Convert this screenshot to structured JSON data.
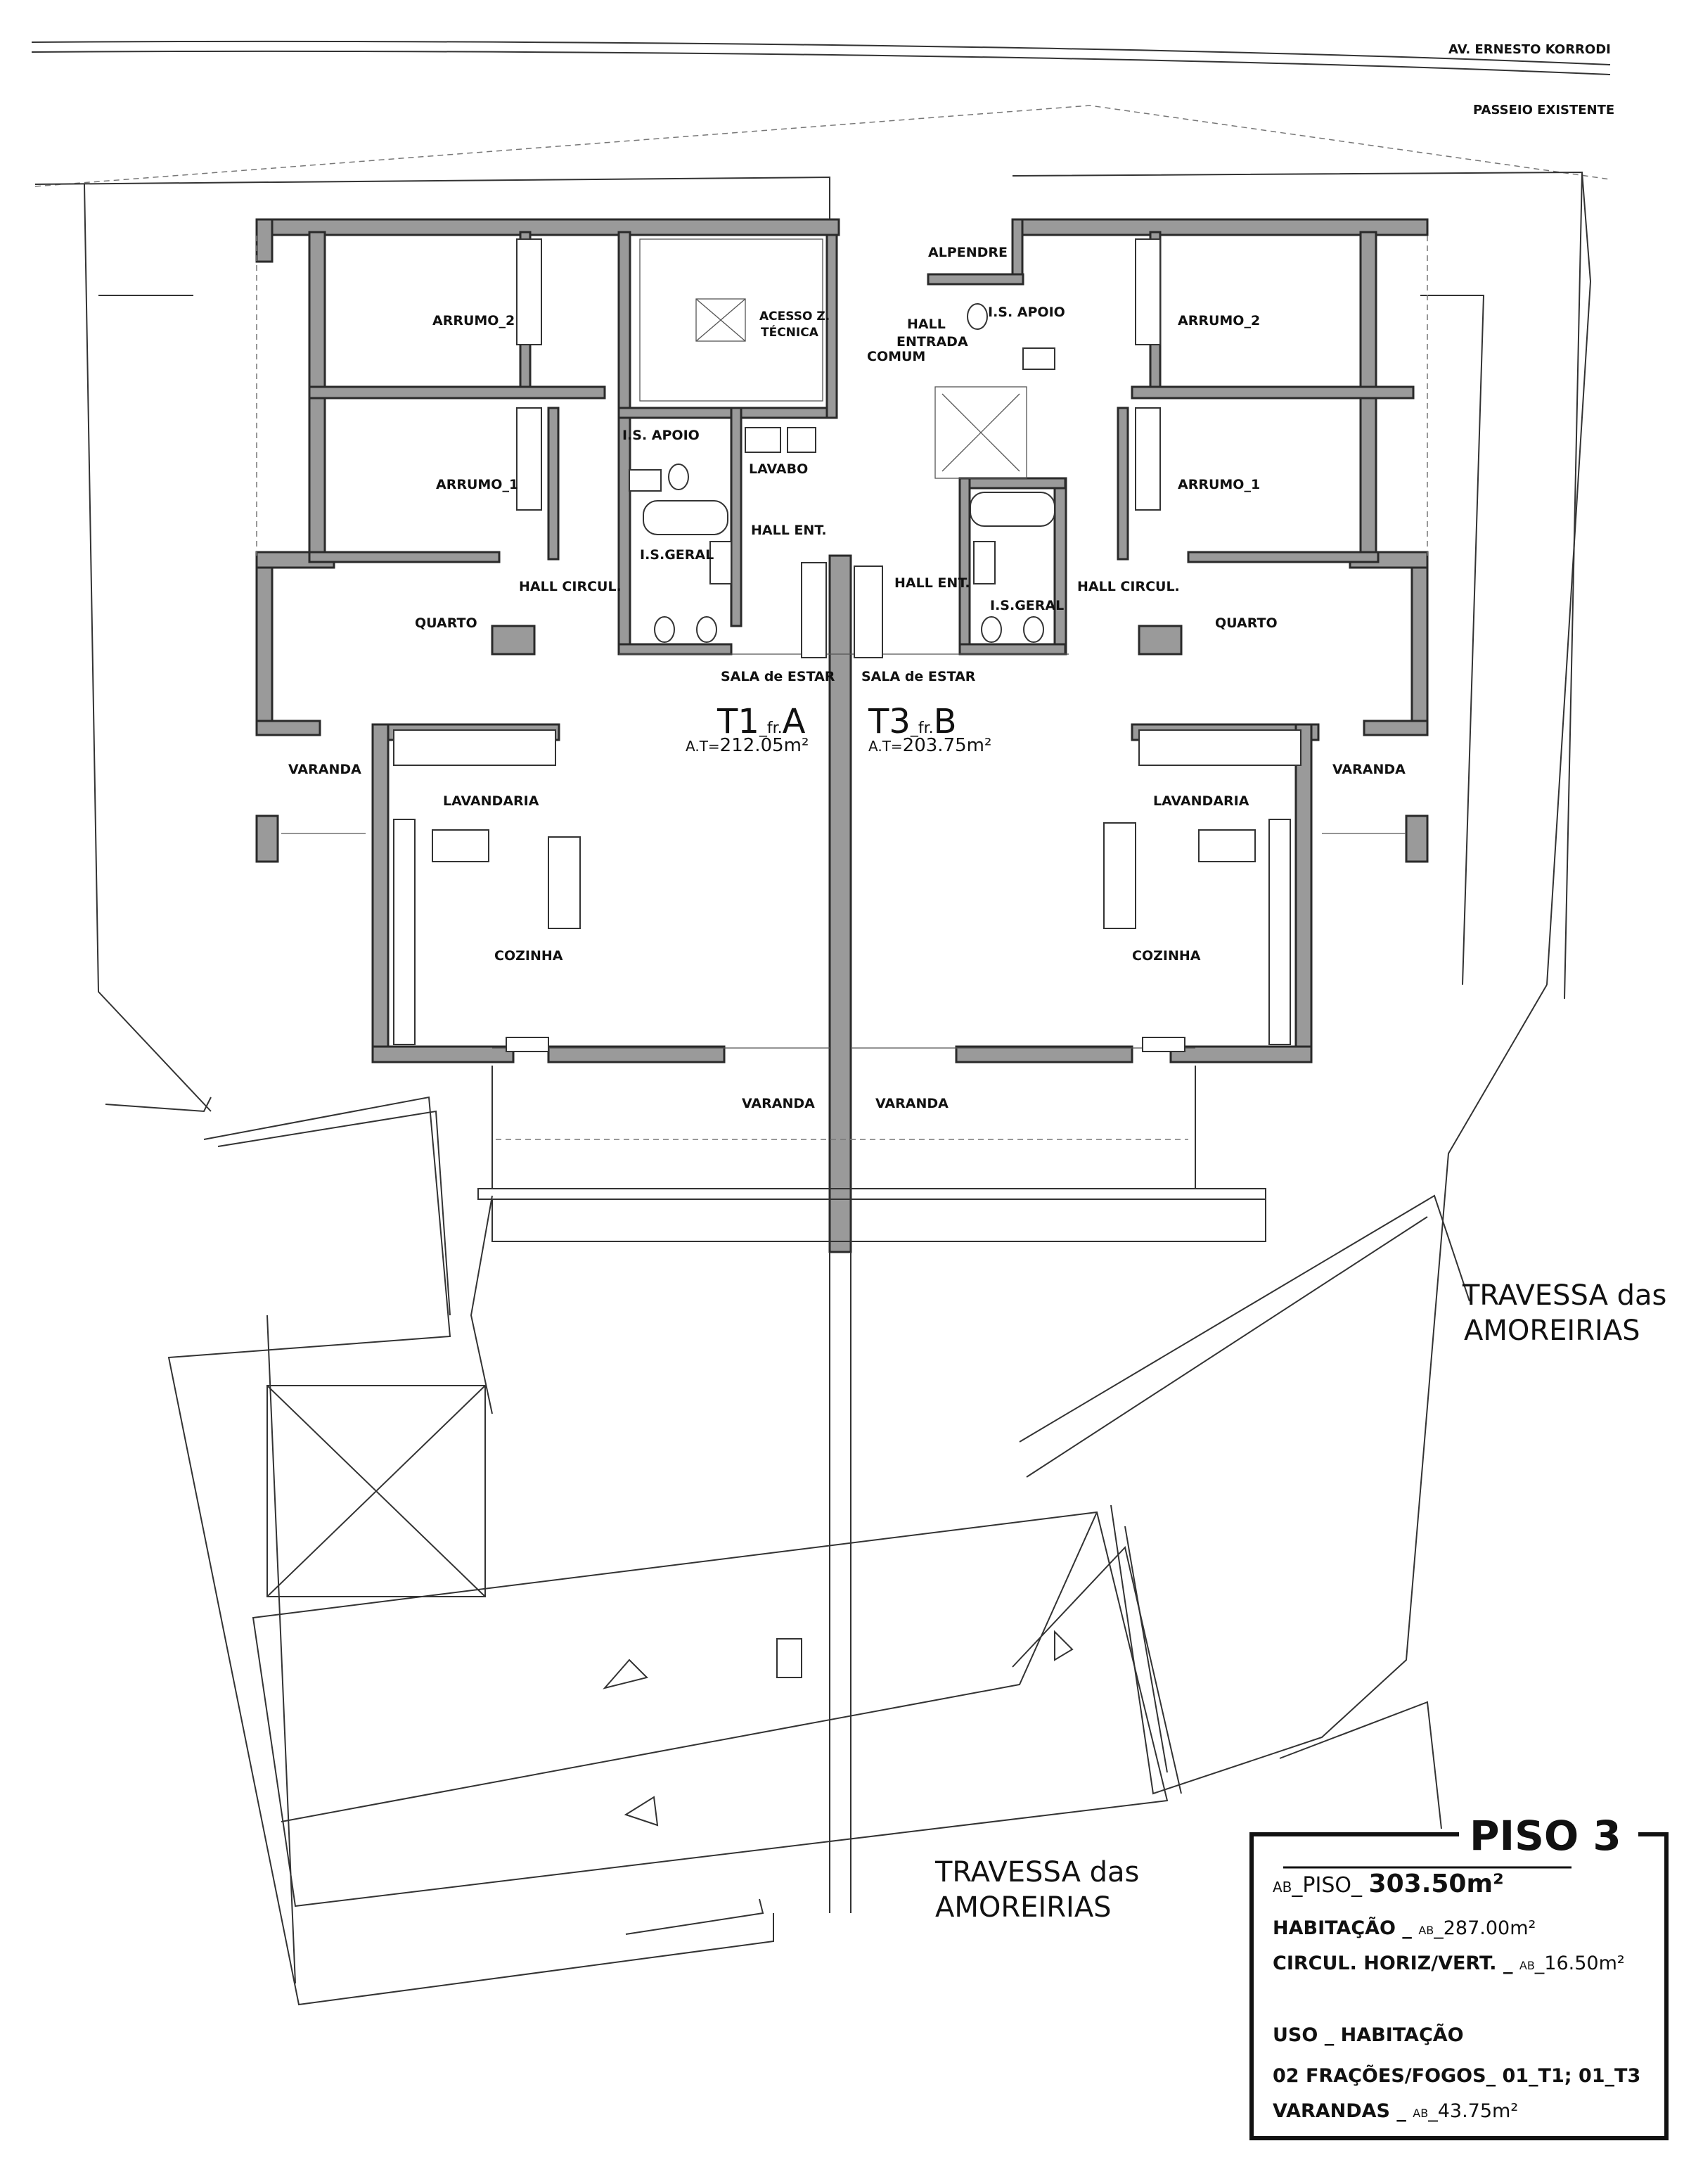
{
  "streets": {
    "avenue": "AV. ERNESTO KORRODI",
    "sidewalk": "PASSEIO EXISTENTE",
    "travessa_right_1": "TRAVESSA das",
    "travessa_right_2": "AMOREIRIAS",
    "travessa_bottom_1": "TRAVESSA das",
    "travessa_bottom_2": "AMOREIRIAS"
  },
  "common": {
    "alpendre": "ALPENDRE",
    "acesso_1": "ACESSO Z.",
    "acesso_2": "TÉCNICA",
    "hall_1": "HALL",
    "hall_2": "ENTRADA",
    "hall_3": "COMUM"
  },
  "unit_a": {
    "code": "T1",
    "fr": "_fr.",
    "letter": "A",
    "sep": "_",
    "area_prefix": "A.T=",
    "area": "212.05m²",
    "rooms": {
      "arrumo2": "ARRUMO_2",
      "arrumo1": "ARRUMO_1",
      "is_apoio": "I.S. APOIO",
      "lavabo": "LAVABO",
      "is_geral": "I.S.GERAL",
      "hall_ent": "HALL ENT.",
      "hall_circ": "HALL CIRCUL.",
      "quarto": "QUARTO",
      "sala": "SALA de ESTAR",
      "varanda_side": "VARANDA",
      "lavandaria": "LAVANDARIA",
      "cozinha": "COZINHA",
      "varanda_front": "VARANDA"
    }
  },
  "unit_b": {
    "code": "T3",
    "fr": "_fr.",
    "letter": "B",
    "sep": "_",
    "area_prefix": "A.T=",
    "area": "203.75m²",
    "rooms": {
      "is_apoio": "I.S. APOIO",
      "arrumo2": "ARRUMO_2",
      "arrumo1": "ARRUMO_1",
      "hall_ent": "HALL ENT.",
      "is_geral": "I.S.GERAL",
      "hall_circ": "HALL CIRCUL.",
      "quarto": "QUARTO",
      "sala": "SALA de ESTAR",
      "varanda_side": "VARANDA",
      "lavandaria": "LAVANDARIA",
      "cozinha": "COZINHA",
      "varanda_front": "VARANDA"
    }
  },
  "summary": {
    "title": "PISO 3",
    "ab_prefix": "AB",
    "piso_label": "_PISO_ ",
    "piso_value": "303.50m²",
    "hab_label": "HABITAÇÃO _ ",
    "hab_value": "287.00m²",
    "circ_label": "CIRCUL. HORIZ/VERT. _ ",
    "circ_value": "16.50m²",
    "uso": "USO _ HABITAÇÃO",
    "fracoes": "02 FRAÇÕES/FOGOS_ 01_T1; 01_T3",
    "var_label": "VARANDAS _ ",
    "var_value": "43.75m²"
  }
}
